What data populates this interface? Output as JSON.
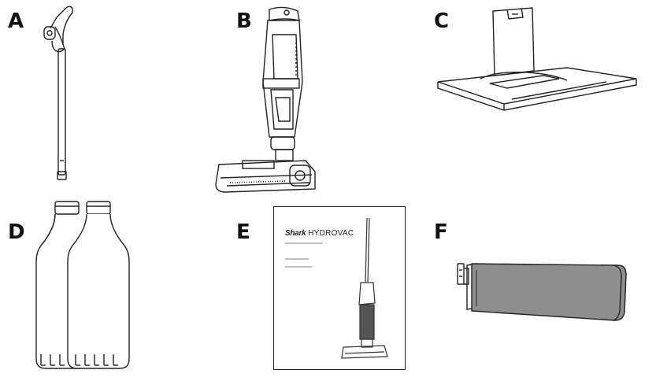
{
  "items": [
    {
      "letter": "A"
    },
    {
      "letter": "B"
    },
    {
      "letter": "C"
    },
    {
      "letter": "D"
    },
    {
      "letter": "E"
    },
    {
      "letter": "F"
    }
  ],
  "manual": {
    "brand": "Shark",
    "model": "HYDROVAC"
  },
  "colors": {
    "line": "#222222",
    "roller_fill": "#8e8e8e",
    "dark_fill": "#555555"
  }
}
